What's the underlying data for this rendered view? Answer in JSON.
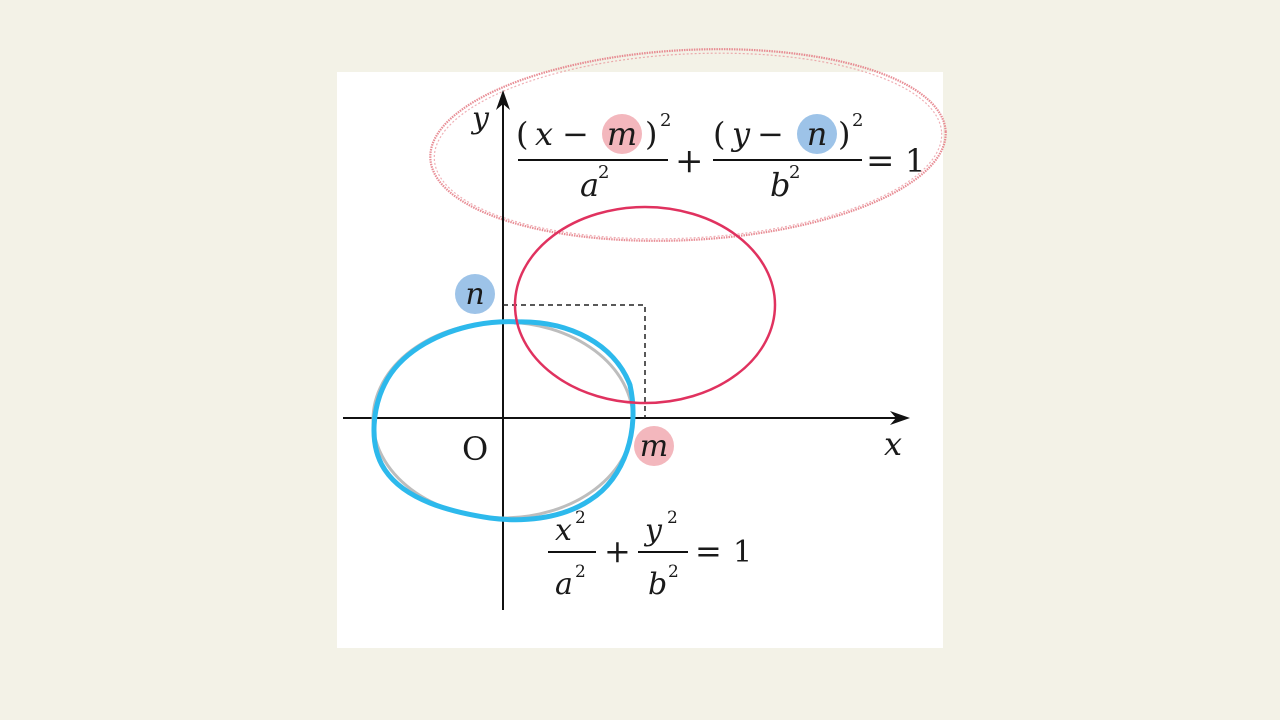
{
  "axes": {
    "x_label": "x",
    "y_label": "y",
    "origin_label": "O"
  },
  "markers": {
    "m": "m",
    "n": "n"
  },
  "equations": {
    "shifted": {
      "open1": "(",
      "x": "x",
      "minus": "−",
      "m": "m",
      "close1": ")",
      "sq": "2",
      "a2": "a",
      "plus": "+",
      "open2": "(",
      "y": "y",
      "minus2": "−",
      "n": "n",
      "close2": ")",
      "sq2": "2",
      "b2": "b",
      "eq": "=",
      "one": "1",
      "denom_sq_a": "2",
      "denom_sq_b": "2"
    },
    "standard": {
      "x": "x",
      "sq_x": "2",
      "a": "a",
      "sq_a": "2",
      "plus": "+",
      "y": "y",
      "sq_y": "2",
      "b": "b",
      "sq_b": "2",
      "eq": "=",
      "one": "1"
    }
  },
  "colors": {
    "background": "#f3f2e7",
    "card": "#ffffff",
    "shifted_ellipse": "#e0325f",
    "standard_ellipse_ink": "#2db9ec",
    "standard_ellipse_base": "#bdbdbd",
    "m_highlight": "#f3b7bd",
    "n_highlight": "#9dc3e8",
    "annotation": "#e47983"
  }
}
